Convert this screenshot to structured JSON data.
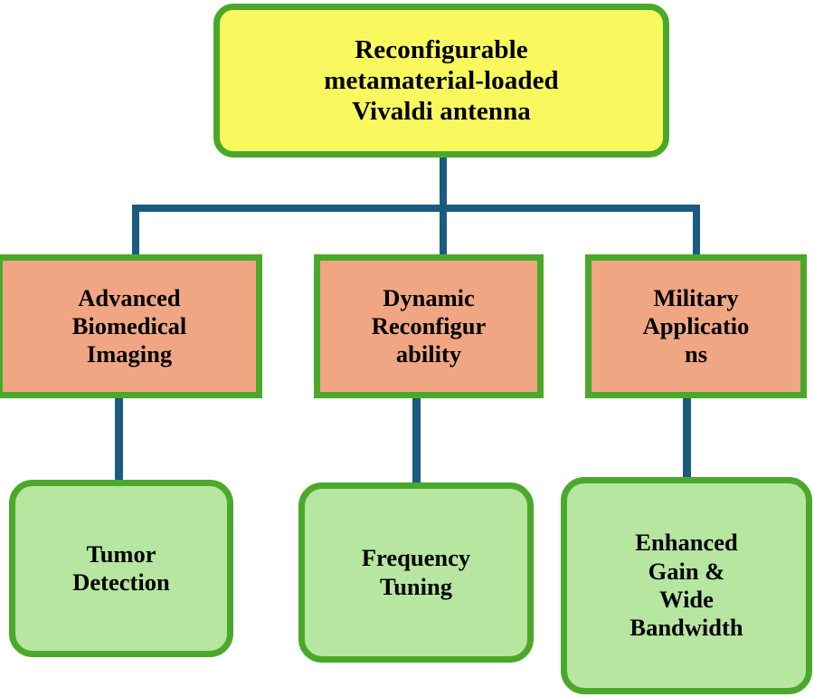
{
  "diagram": {
    "title": "Reconfigurable metamaterial-loaded Vivaldi antenna application hierarchy",
    "type": "hierarchy-flowchart",
    "colors": {
      "root_fill": "#f9f95f",
      "branch_fill": "#f0a683",
      "leaf_fill": "#b6e6a0",
      "border": "#4aa92a",
      "connector": "#1b5b80",
      "text": "#000000",
      "background": "#ffffff"
    },
    "root": {
      "label": "Reconfigurable\nmetamaterial-loaded\nVivaldi antenna"
    },
    "branches": [
      {
        "label": "Advanced\nBiomedical\nImaging",
        "leaf": {
          "label": "Tumor\nDetection"
        }
      },
      {
        "label": "Dynamic\nReconfigur\nability",
        "leaf": {
          "label": "Frequency\nTuning"
        }
      },
      {
        "label": "Military\nApplicatio\nns",
        "leaf": {
          "label": "Enhanced\nGain &\nWide\nBandwidth"
        }
      }
    ]
  }
}
